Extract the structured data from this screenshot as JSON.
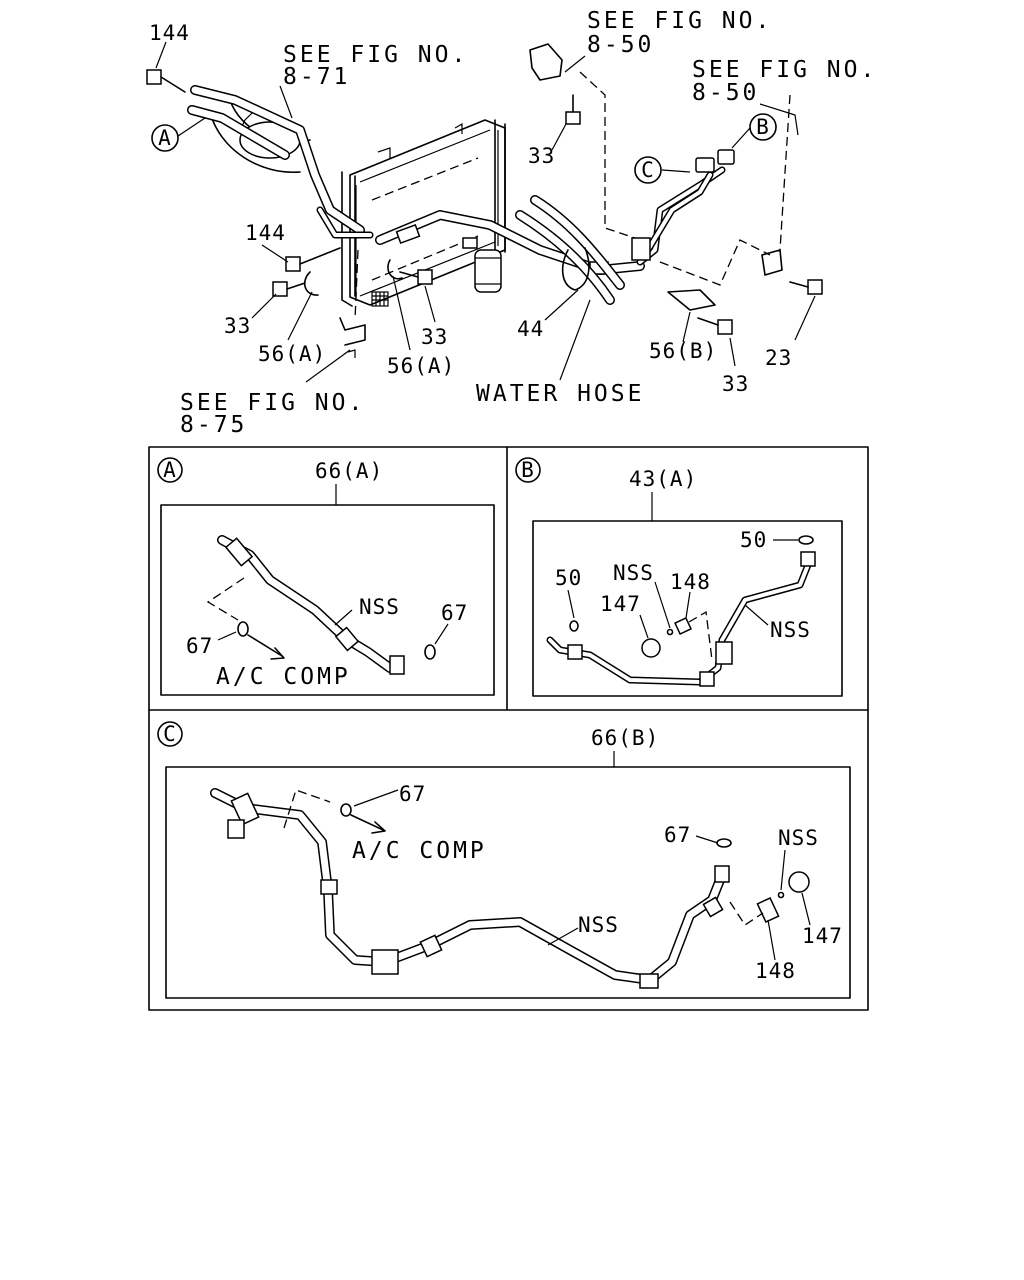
{
  "main_diagram": {
    "refs": {
      "fig_8_71_line1": "SEE FIG NO.",
      "fig_8_71_line2": "8-71",
      "fig_8_50_top_line1": "SEE FIG NO.",
      "fig_8_50_top_line2": "8-50",
      "fig_8_50_right_line1": "SEE FIG NO.",
      "fig_8_50_right_line2": "8-50",
      "fig_8_75_line1": "SEE FIG NO.",
      "fig_8_75_line2": "8-75"
    },
    "callouts": {
      "p144_top": "144",
      "p144_mid": "144",
      "p33_top": "33",
      "p33_left": "33",
      "p33_center": "33",
      "p33_right": "33",
      "p56a_left": "56(A)",
      "p56a_center": "56(A)",
      "p56b": "56(B)",
      "p44": "44",
      "p23": "23",
      "water_hose": "WATER HOSE"
    },
    "markers": {
      "a": "A",
      "b": "B",
      "c": "C"
    }
  },
  "detail_a": {
    "marker": "A",
    "part_no": "66(A)",
    "nss": "NSS",
    "o_ring_1": "67",
    "o_ring_2": "67",
    "note": "A/C COMP"
  },
  "detail_b": {
    "marker": "B",
    "part_no": "43(A)",
    "o_ring_right": "50",
    "o_ring_left": "50",
    "nss_valve": "NSS",
    "valve_core": "148",
    "cap": "147",
    "nss_pipe": "NSS"
  },
  "detail_c": {
    "marker": "C",
    "part_no": "66(B)",
    "o_ring_1": "67",
    "note": "A/C COMP",
    "o_ring_2": "67",
    "nss_valve": "NSS",
    "nss_hose": "NSS",
    "cap": "147",
    "valve_core": "148"
  }
}
